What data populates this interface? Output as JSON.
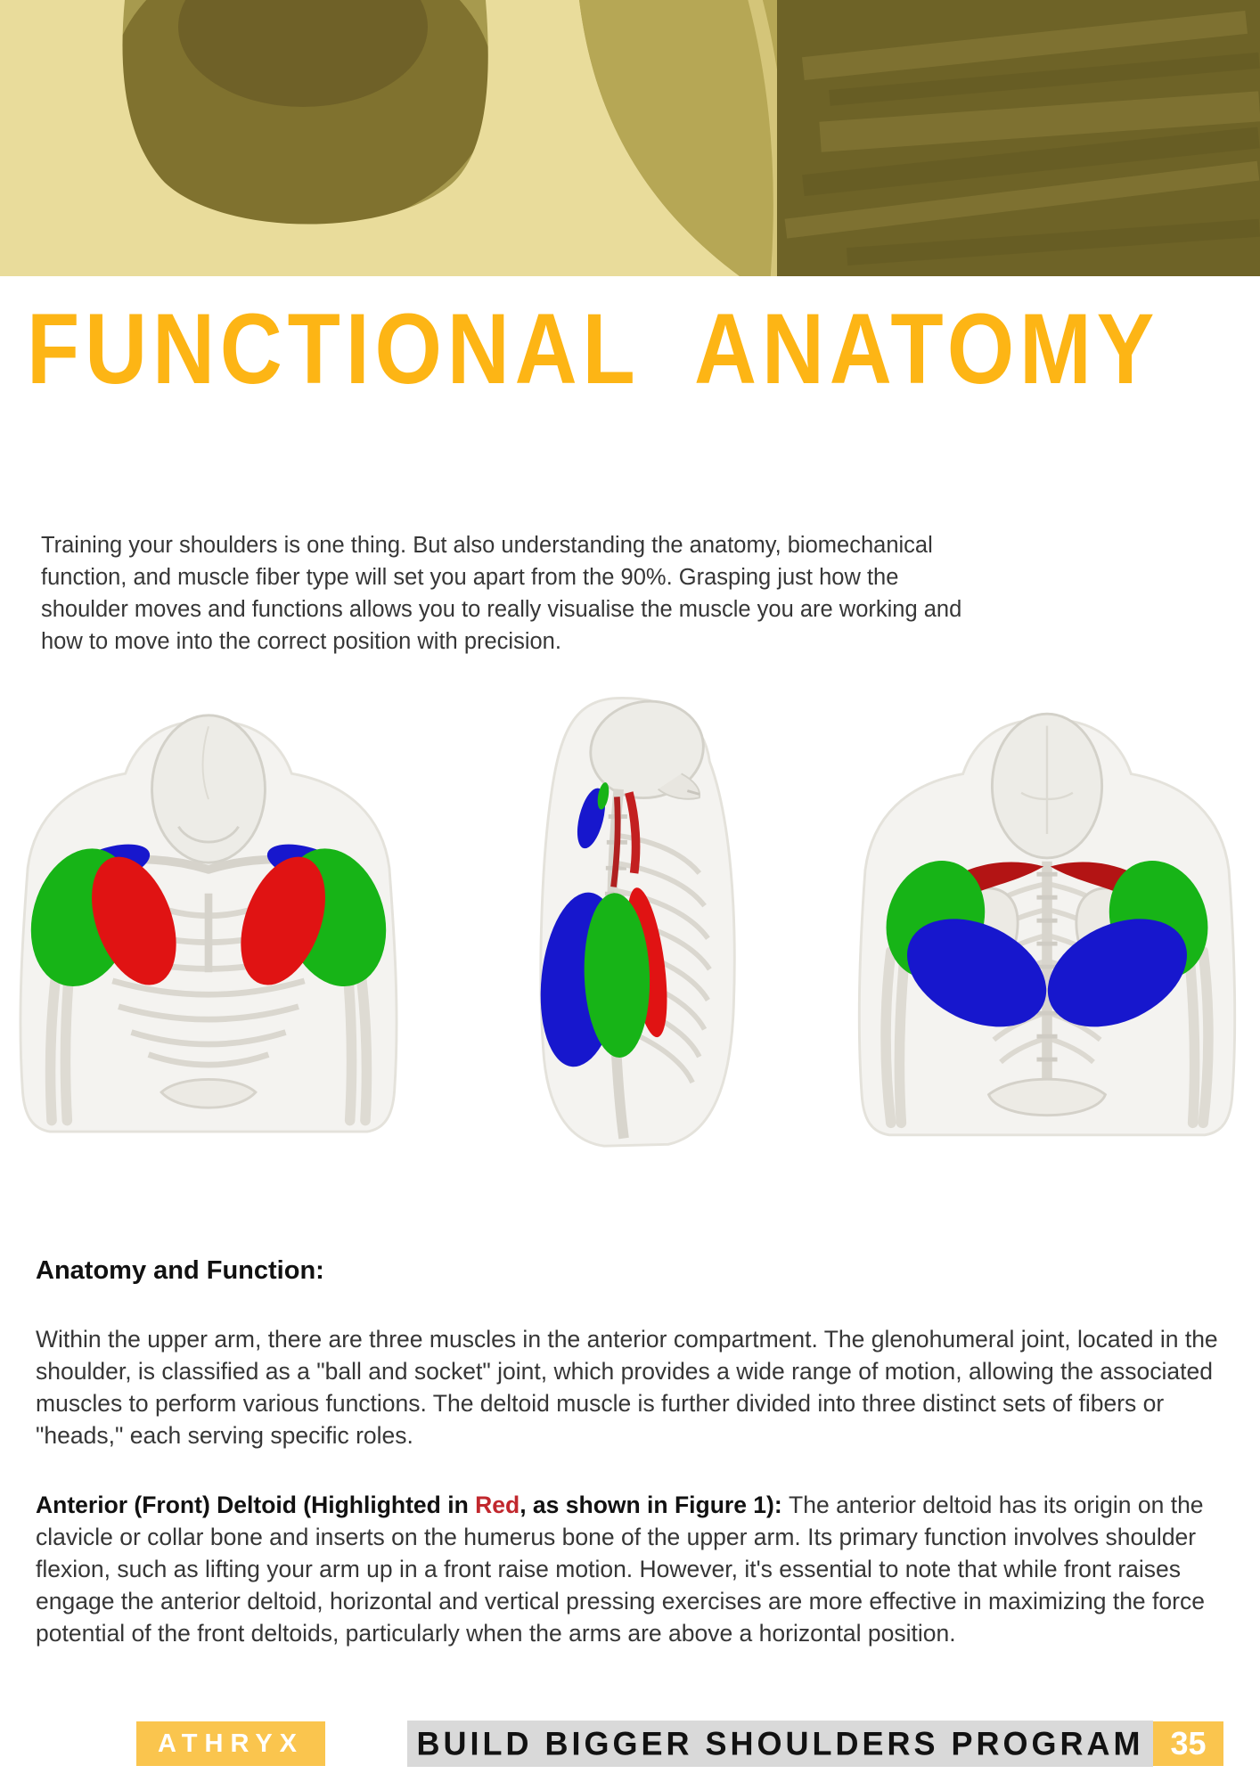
{
  "page": {
    "title": "FUNCTIONAL ANATOMY",
    "intro": "Training your shoulders is one thing. But also understanding the anatomy, biomechanical function, and muscle fiber type will set you apart from the 90%. Grasping just how the shoulder moves and functions allows you to really visualise the muscle you are working and how to move into the correct position with precision."
  },
  "figures": {
    "front": "front-view-skeleton-deltoid-illustration",
    "side": "side-view-skeleton-deltoid-illustration",
    "back": "back-view-skeleton-deltoid-illustration",
    "highlight_legend": {
      "anterior_deltoid": "red",
      "lateral_deltoid": "green",
      "posterior_deltoid": "blue"
    }
  },
  "anatomy_section": {
    "heading": "Anatomy and Function:",
    "paragraph": "Within the upper arm, there are three muscles in the anterior compartment. The glenohumeral joint, located in the shoulder, is classified as a \"ball and socket\" joint, which provides a wide range of motion, allowing the associated muscles to perform various functions. The deltoid muscle is further divided into three distinct sets of fibers or \"heads,\" each serving specific roles."
  },
  "anterior_section": {
    "bold_prefix": "Anterior (Front) Deltoid (Highlighted in ",
    "red_word": "Red",
    "bold_suffix": ", as shown in Figure 1): ",
    "body": "The anterior deltoid has its origin on the clavicle or collar bone and inserts on the humerus bone of the upper arm. Its primary function involves shoulder flexion, such as lifting your arm up in a front raise motion. However, it's essential to note that while front raises engage the anterior deltoid, horizontal and vertical pressing exercises are more effective in maximizing the force potential of the front deltoids, particularly when the arms are above a horizontal position."
  },
  "footer": {
    "brand": "ATHRYX",
    "program": "BUILD BIGGER SHOULDERS PROGRAM",
    "page_number": "35"
  },
  "colors": {
    "title_yellow": "#FDB515",
    "footer_yellow": "#FAC54E",
    "bar_gray": "#D9D9D9",
    "red_text": "#C1272D",
    "deltoid_anterior_red": "#E01313",
    "deltoid_lateral_green": "#17B417",
    "deltoid_posterior_blue": "#1717CD",
    "hero_olive_dark": "#6E6327",
    "hero_olive_mid": "#8A7C38",
    "hero_fabric_light": "#E9DC9B"
  }
}
